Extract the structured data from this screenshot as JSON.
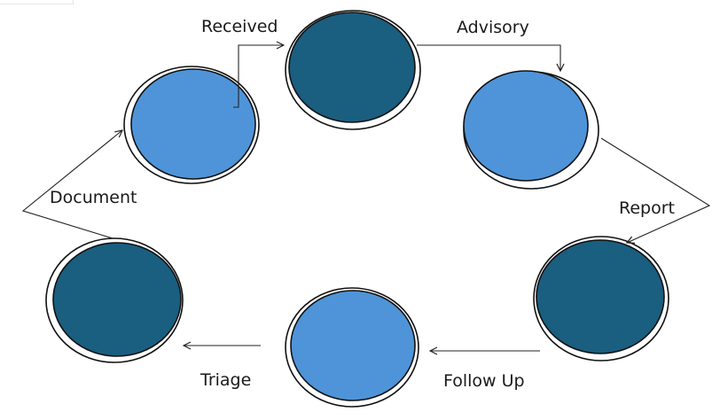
{
  "colors": {
    "dark_node": "#1a5e80",
    "light_node": "#4f94d8",
    "outline": "#111111",
    "background": "#ffffff"
  },
  "nodes": [
    {
      "id": "received",
      "fill": "dark"
    },
    {
      "id": "advisory",
      "fill": "light"
    },
    {
      "id": "report",
      "fill": "dark"
    },
    {
      "id": "follow-up",
      "fill": "light"
    },
    {
      "id": "triage",
      "fill": "dark"
    },
    {
      "id": "document",
      "fill": "light"
    }
  ],
  "edges": {
    "received": "Received",
    "advisory": "Advisory",
    "report": "Report",
    "follow_up": "Follow Up",
    "triage": "Triage",
    "document": "Document"
  }
}
